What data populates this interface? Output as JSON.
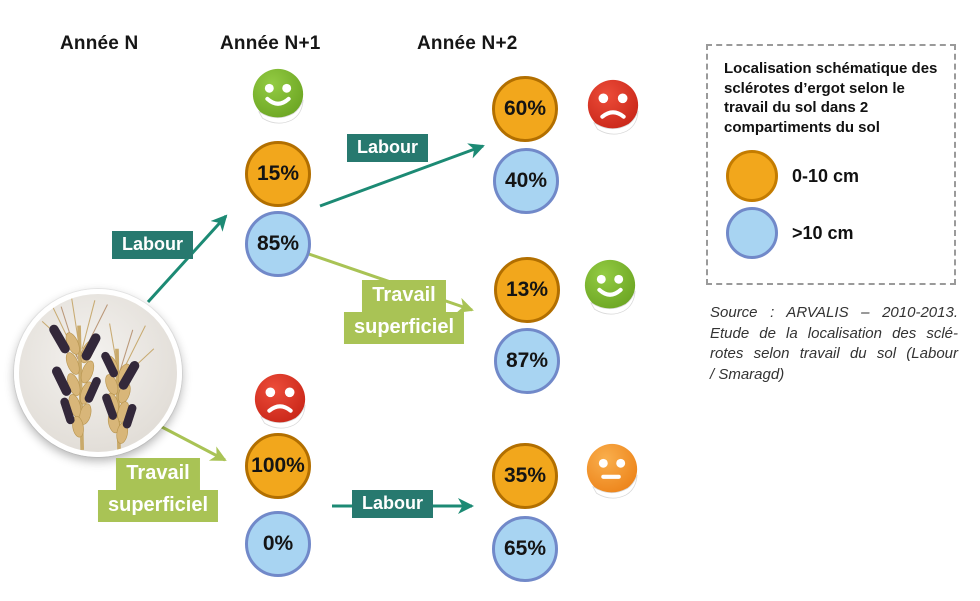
{
  "columns": [
    {
      "label": "Année N"
    },
    {
      "label": "Année N+1"
    },
    {
      "label": "Année N+2"
    }
  ],
  "arrows": {
    "n_to_n1_labour": {
      "label": "Labour"
    },
    "n_to_n1_travail": {
      "line1": "Travail",
      "line2": "superficiel"
    },
    "n1_to_n2_labour": {
      "label": "Labour"
    },
    "n1_to_n2_travail": {
      "line1": "Travail",
      "line2": "superficiel"
    },
    "n1travail_to_n2_labour": {
      "label": "Labour"
    }
  },
  "results": {
    "n1_labour": {
      "shallow_0_10cm": "15%",
      "deep_gt10cm": "85%",
      "mood": "happy"
    },
    "n1_travail": {
      "shallow_0_10cm": "100%",
      "deep_gt10cm": "0%",
      "mood": "sad"
    },
    "n2_labour_labour": {
      "shallow_0_10cm": "60%",
      "deep_gt10cm": "40%",
      "mood": "sad"
    },
    "n2_labour_travail": {
      "shallow_0_10cm": "13%",
      "deep_gt10cm": "87%",
      "mood": "happy"
    },
    "n2_travail_labour": {
      "shallow_0_10cm": "35%",
      "deep_gt10cm": "65%",
      "mood": "neutral"
    }
  },
  "legend": {
    "title": "Localisation schématique des sclérotes d’ergot selon le travail du sol dans 2 compartiments du sol",
    "items": [
      {
        "icon": "orange-circle",
        "label": "0-10 cm"
      },
      {
        "icon": "blue-circle",
        "label": ">10 cm"
      }
    ]
  },
  "source": {
    "lines": [
      "Source : ARVALIS – 2010-2013.",
      "Etude de la localisation des sclé-",
      "rotes selon travail du sol (Labour",
      "/ Smaragd)"
    ]
  },
  "icons": {
    "happy_face": "green smiling sticker",
    "sad_face": "red frowning sticker",
    "neutral_face": "orange neutral sticker",
    "photo": "wheat ears with dark ergot sclerotia"
  },
  "colors": {
    "labour_label": "#27796F",
    "labour_arrow": "#1C8A74",
    "travail_superficiel": "#A9C355",
    "circle_0_10cm_fill": "#F2A71C",
    "circle_0_10cm_border": "#B26F00",
    "circle_gt10cm_fill": "#A8D4F2",
    "circle_gt10cm_border": "#7189C9",
    "happy_face": "#7CB82F",
    "sad_face": "#E2382C",
    "neutral_face": "#F49B2D"
  }
}
